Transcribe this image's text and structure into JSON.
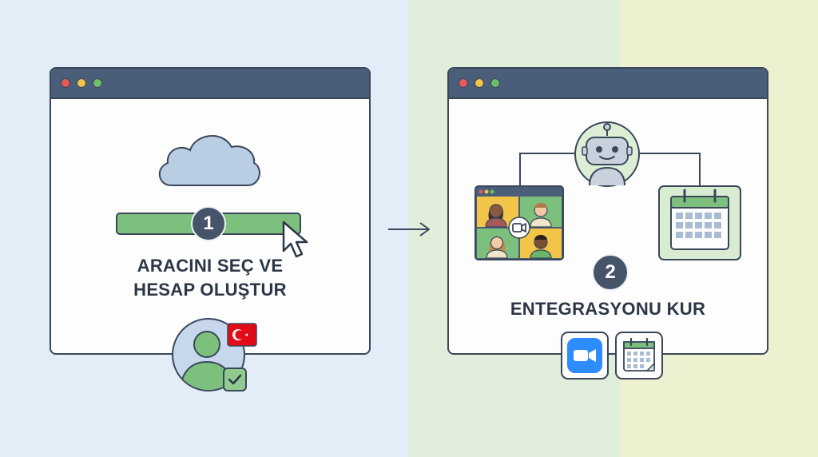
{
  "steps": [
    {
      "number": "1",
      "title_line1": "ARACINI SEÇ VE",
      "title_line2": "HESAP OLUŞTUR"
    },
    {
      "number": "2",
      "title": "ENTEGRASYONU KUR"
    }
  ],
  "colors": {
    "window_bar": "#4a5e79",
    "outline": "#3a475a",
    "accent_green": "#7dbf7d",
    "cloud_blue": "#b9cde3",
    "badge_dark": "#46546a",
    "zoom_blue": "#2d8cff",
    "flag_red": "#e30a17"
  },
  "icons": [
    "cloud-icon",
    "cursor-arrow-icon",
    "user-avatar-icon",
    "turkey-flag-icon",
    "checkmark-icon",
    "arrow-right-icon",
    "robot-icon",
    "video-conference-icon",
    "calendar-icon",
    "zoom-app-icon",
    "calendar-app-icon"
  ]
}
